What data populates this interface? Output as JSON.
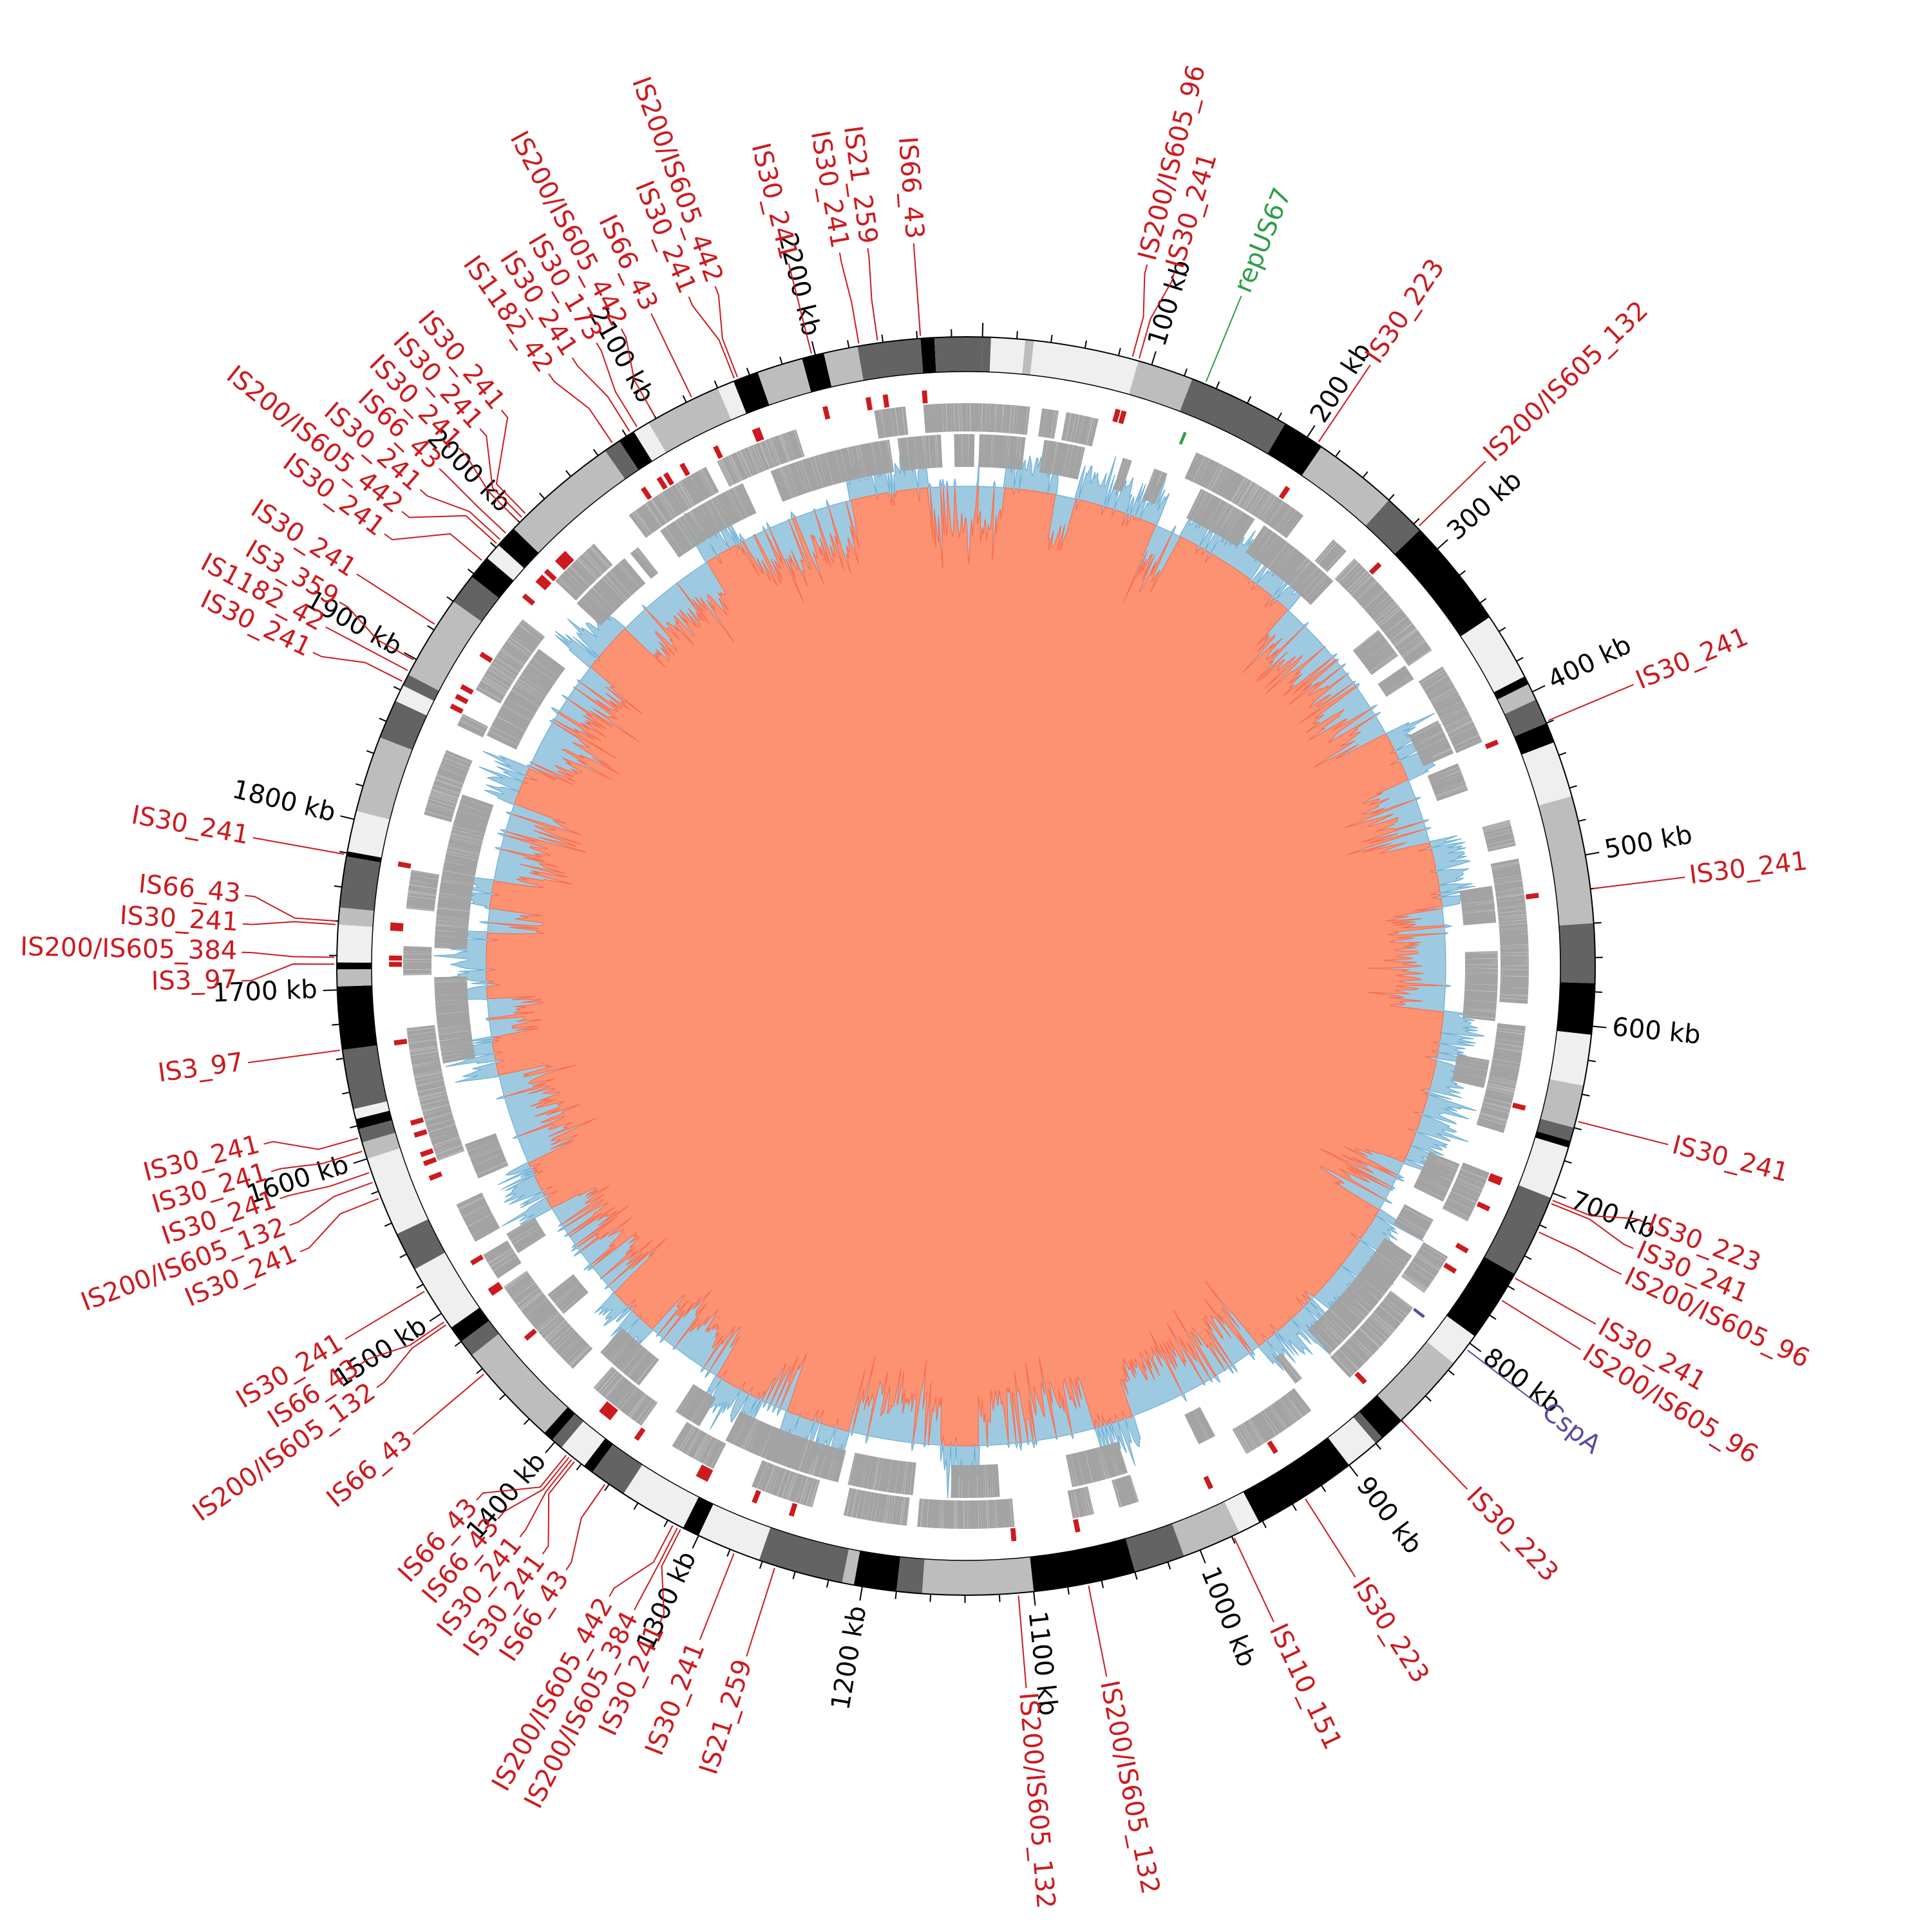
{
  "genome": {
    "length_kb": 2298,
    "start_angle_deg": 1.5
  },
  "colors": {
    "is_label": "#cc1a1f",
    "rep_label": "#2e9e47",
    "csp_label": "#5b4a9f",
    "band_light": "#efefef",
    "band_mid": "#bdbdbd",
    "band_dark": "#636363",
    "band_black": "#000000",
    "gene": "#a3a3a3",
    "skew_pos": "#9ecae1",
    "skew_pos_line": "#6baed6",
    "skew_neg": "#fc9272",
    "skew_neg_line": "#fb6a4a",
    "gc_pos": "#9ecae1",
    "gc_neg": "#a1d99b",
    "gc_neg_line": "#74c476",
    "inner_band": "#0b3e7e"
  },
  "ticks": {
    "major_every_kb": 100,
    "minor_every_kb": 20,
    "labels": [
      "100 kb",
      "200 kb",
      "300 kb",
      "400 kb",
      "500 kb",
      "600 kb",
      "700 kb",
      "800 kb",
      "900 kb",
      "1000 kb",
      "1100 kb",
      "1200 kb",
      "1300 kb",
      "1400 kb",
      "1500 kb",
      "1600 kb",
      "1700 kb",
      "1800 kb",
      "1900 kb",
      "2000 kb",
      "2100 kb",
      "2200 kb"
    ]
  },
  "bands": [
    [
      0,
      5,
      "dark"
    ],
    [
      5,
      25,
      "light"
    ],
    [
      25,
      30,
      "mid"
    ],
    [
      30,
      92,
      "light"
    ],
    [
      92,
      125,
      "mid"
    ],
    [
      125,
      185,
      "dark"
    ],
    [
      185,
      210,
      "black"
    ],
    [
      210,
      260,
      "mid"
    ],
    [
      260,
      285,
      "dark"
    ],
    [
      285,
      350,
      "black"
    ],
    [
      350,
      390,
      "light"
    ],
    [
      390,
      395,
      "black"
    ],
    [
      395,
      405,
      "mid"
    ],
    [
      405,
      420,
      "dark"
    ],
    [
      420,
      432,
      "black"
    ],
    [
      432,
      465,
      "light"
    ],
    [
      465,
      540,
      "mid"
    ],
    [
      540,
      575,
      "dark"
    ],
    [
      575,
      605,
      "black"
    ],
    [
      605,
      635,
      "light"
    ],
    [
      635,
      660,
      "mid"
    ],
    [
      660,
      668,
      "dark"
    ],
    [
      668,
      672,
      "black"
    ],
    [
      672,
      703,
      "light"
    ],
    [
      703,
      752,
      "dark"
    ],
    [
      752,
      795,
      "black"
    ],
    [
      795,
      815,
      "light"
    ],
    [
      815,
      860,
      "mid"
    ],
    [
      860,
      875,
      "black"
    ],
    [
      875,
      880,
      "dark"
    ],
    [
      880,
      900,
      "light"
    ],
    [
      900,
      962,
      "black"
    ],
    [
      962,
      975,
      "light"
    ],
    [
      975,
      1010,
      "mid"
    ],
    [
      1010,
      1040,
      "dark"
    ],
    [
      1040,
      1100,
      "black"
    ],
    [
      1100,
      1165,
      "mid"
    ],
    [
      1165,
      1180,
      "dark"
    ],
    [
      1180,
      1205,
      "black"
    ],
    [
      1205,
      1212,
      "mid"
    ],
    [
      1212,
      1262,
      "dark"
    ],
    [
      1262,
      1300,
      "light"
    ],
    [
      1300,
      1310,
      "black"
    ],
    [
      1310,
      1350,
      "light"
    ],
    [
      1350,
      1372,
      "dark"
    ],
    [
      1372,
      1378,
      "black"
    ],
    [
      1378,
      1395,
      "light"
    ],
    [
      1395,
      1402,
      "dark"
    ],
    [
      1402,
      1408,
      "black"
    ],
    [
      1408,
      1470,
      "mid"
    ],
    [
      1470,
      1480,
      "dark"
    ],
    [
      1480,
      1490,
      "black"
    ],
    [
      1490,
      1530,
      "light"
    ],
    [
      1530,
      1553,
      "dark"
    ],
    [
      1553,
      1600,
      "light"
    ],
    [
      1600,
      1610,
      "mid"
    ],
    [
      1610,
      1618,
      "dark"
    ],
    [
      1618,
      1624,
      "black"
    ],
    [
      1624,
      1630,
      "light"
    ],
    [
      1630,
      1665,
      "dark"
    ],
    [
      1665,
      1702,
      "black"
    ],
    [
      1702,
      1712,
      "mid"
    ],
    [
      1712,
      1716,
      "black"
    ],
    [
      1716,
      1738,
      "light"
    ],
    [
      1738,
      1748,
      "mid"
    ],
    [
      1748,
      1778,
      "dark"
    ],
    [
      1778,
      1781,
      "black"
    ],
    [
      1781,
      1805,
      "light"
    ],
    [
      1805,
      1850,
      "mid"
    ],
    [
      1850,
      1873,
      "dark"
    ],
    [
      1873,
      1883,
      "light"
    ],
    [
      1883,
      1890,
      "dark"
    ],
    [
      1890,
      1940,
      "mid"
    ],
    [
      1940,
      1958,
      "dark"
    ],
    [
      1958,
      1972,
      "black"
    ],
    [
      1972,
      1982,
      "light"
    ],
    [
      1982,
      1995,
      "black"
    ],
    [
      1995,
      2065,
      "mid"
    ],
    [
      2065,
      2075,
      "dark"
    ],
    [
      2075,
      2085,
      "black"
    ],
    [
      2085,
      2095,
      "light"
    ],
    [
      2095,
      2140,
      "mid"
    ],
    [
      2140,
      2150,
      "light"
    ],
    [
      2150,
      2165,
      "black"
    ],
    [
      2165,
      2192,
      "mid"
    ],
    [
      2192,
      2205,
      "black"
    ],
    [
      2205,
      2225,
      "mid"
    ],
    [
      2225,
      2262,
      "dark"
    ],
    [
      2262,
      2270,
      "black"
    ],
    [
      2270,
      2298,
      "dark"
    ]
  ],
  "is_elements": [
    {
      "name": "IS200/IS605_96",
      "kb": 88
    },
    {
      "name": "IS30_241",
      "kb": 92
    },
    {
      "name": "IS30_223",
      "kb": 207
    },
    {
      "name": "IS200/IS605_132",
      "kb": 283
    },
    {
      "name": "IS30_241",
      "kb": 419
    },
    {
      "name": "IS30_241",
      "kb": 520
    },
    {
      "name": "IS30_241",
      "kb": 656
    },
    {
      "name": "IS30_223",
      "kb": 704
    },
    {
      "name": "IS30_241",
      "kb": 706
    },
    {
      "name": "IS200/IS605_96",
      "kb": 724
    },
    {
      "name": "IS30_241",
      "kb": 754
    },
    {
      "name": "IS200/IS605_96",
      "kb": 769
    },
    {
      "name": "IS30_223",
      "kb": 860
    },
    {
      "name": "IS30_223",
      "kb": 932
    },
    {
      "name": "IS110_151",
      "kb": 979
    },
    {
      "name": "IS200/IS605_132",
      "kb": 1068
    },
    {
      "name": "IS200/IS605_132",
      "kb": 1109
    },
    {
      "name": "IS21_259",
      "kb": 1252
    },
    {
      "name": "IS30_241",
      "kb": 1277
    },
    {
      "name": "IS30_241",
      "kb": 1311
    },
    {
      "name": "IS200/IS605_384",
      "kb": 1313
    },
    {
      "name": "IS200/IS605_442",
      "kb": 1316
    },
    {
      "name": "IS66_43",
      "kb": 1362
    },
    {
      "name": "IS30_241",
      "kb": 1384
    },
    {
      "name": "IS30_241",
      "kb": 1386
    },
    {
      "name": "IS66_43",
      "kb": 1388
    },
    {
      "name": "IS66_43",
      "kb": 1390
    },
    {
      "name": "IS66_43",
      "kb": 1457
    },
    {
      "name": "IS200/IS605_132",
      "kb": 1493
    },
    {
      "name": "IS66_43",
      "kb": 1495
    },
    {
      "name": "IS30_241",
      "kb": 1516
    },
    {
      "name": "IS30_241",
      "kb": 1576
    },
    {
      "name": "IS200/IS605_132",
      "kb": 1586
    },
    {
      "name": "IS30_241",
      "kb": 1592
    },
    {
      "name": "IS30_241",
      "kb": 1605
    },
    {
      "name": "IS30_241",
      "kb": 1613
    },
    {
      "name": "IS3_97",
      "kb": 1665
    },
    {
      "name": "IS3_97",
      "kb": 1715
    },
    {
      "name": "IS200/IS605_384",
      "kb": 1719
    },
    {
      "name": "IS30_241",
      "kb": 1738
    },
    {
      "name": "IS66_43",
      "kb": 1740
    },
    {
      "name": "IS30_241",
      "kb": 1779
    },
    {
      "name": "IS30_241",
      "kb": 1885
    },
    {
      "name": "IS1182_42",
      "kb": 1892
    },
    {
      "name": "IS3_359",
      "kb": 1899
    },
    {
      "name": "IS30_241",
      "kb": 1923
    },
    {
      "name": "IS30_241",
      "kb": 1969
    },
    {
      "name": "IS200/IS605_442",
      "kb": 1982
    },
    {
      "name": "IS30_241",
      "kb": 1985
    },
    {
      "name": "IS66_43",
      "kb": 1990
    },
    {
      "name": "IS30_241",
      "kb": 2000
    },
    {
      "name": "IS30_241",
      "kb": 2003
    },
    {
      "name": "IS30_241",
      "kb": 2006
    },
    {
      "name": "IS1182_42",
      "kb": 2071
    },
    {
      "name": "IS30_241",
      "kb": 2083
    },
    {
      "name": "IS30_173",
      "kb": 2088
    },
    {
      "name": "IS200/IS605_442",
      "kb": 2100
    },
    {
      "name": "IS66_43",
      "kb": 2124
    },
    {
      "name": "IS30_241",
      "kb": 2151
    },
    {
      "name": "IS200/IS605_442",
      "kb": 2153
    },
    {
      "name": "IS30_241",
      "kb": 2198
    },
    {
      "name": "IS30_241",
      "kb": 2226
    },
    {
      "name": "IS21_259",
      "kb": 2237
    },
    {
      "name": "IS66_43",
      "kb": 2262
    }
  ],
  "features": [
    {
      "name": "repUS67",
      "kb": 133,
      "color_key": "rep_label"
    },
    {
      "name": "CspA",
      "kb": 804,
      "color_key": "csp_label"
    }
  ],
  "gc_skew_sign_segments": [
    [
      0,
      20,
      -1
    ],
    [
      20,
      60,
      1
    ],
    [
      60,
      75,
      -1
    ],
    [
      75,
      140,
      1
    ],
    [
      140,
      160,
      -1
    ],
    [
      160,
      260,
      1
    ],
    [
      260,
      380,
      -1
    ],
    [
      380,
      420,
      1
    ],
    [
      420,
      470,
      -1
    ],
    [
      470,
      520,
      1
    ],
    [
      520,
      600,
      -1
    ],
    [
      600,
      720,
      1
    ],
    [
      720,
      760,
      -1
    ],
    [
      760,
      900,
      1
    ],
    [
      900,
      1010,
      -1
    ],
    [
      1010,
      1040,
      1
    ],
    [
      1040,
      1130,
      -1
    ],
    [
      1130,
      1160,
      1
    ],
    [
      1160,
      1230,
      -1
    ],
    [
      1230,
      1280,
      1
    ],
    [
      1280,
      1300,
      -1
    ],
    [
      1300,
      1340,
      1
    ],
    [
      1340,
      1400,
      -1
    ],
    [
      1400,
      1440,
      1
    ],
    [
      1440,
      1520,
      -1
    ],
    [
      1520,
      1560,
      1
    ],
    [
      1560,
      1630,
      -1
    ],
    [
      1630,
      1660,
      1
    ],
    [
      1660,
      1690,
      -1
    ],
    [
      1690,
      1740,
      1
    ],
    [
      1740,
      1760,
      -1
    ],
    [
      1760,
      1780,
      1
    ],
    [
      1780,
      1840,
      -1
    ],
    [
      1840,
      1870,
      1
    ],
    [
      1870,
      1960,
      -1
    ],
    [
      1960,
      2000,
      1
    ],
    [
      2000,
      2080,
      -1
    ],
    [
      2080,
      2110,
      1
    ],
    [
      2110,
      2200,
      -1
    ],
    [
      2200,
      2260,
      1
    ],
    [
      2260,
      2298,
      -1
    ]
  ],
  "inner_band_gaps_kb": [
    [
      150,
      255
    ],
    [
      455,
      458
    ],
    [
      560,
      563
    ],
    [
      640,
      643
    ],
    [
      720,
      724
    ],
    [
      1008,
      1040
    ],
    [
      1118,
      1150
    ],
    [
      1250,
      1272
    ],
    [
      1475,
      1495
    ],
    [
      1533,
      1537
    ],
    [
      2080,
      2084
    ],
    [
      2180,
      2186
    ]
  ]
}
